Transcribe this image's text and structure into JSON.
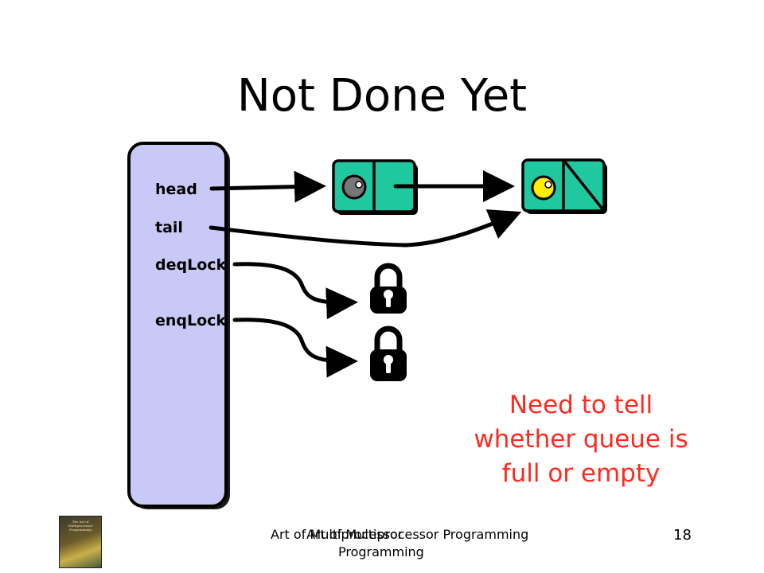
{
  "slide": {
    "title": "Not Done Yet",
    "fields": {
      "head": "head",
      "tail": "tail",
      "deq_lock": "deqLock",
      "enq_lock": "enqLock"
    },
    "note_lines": [
      "Need to tell",
      "whether queue is",
      "full or empty"
    ]
  },
  "footer": {
    "course_line1": "Art of Multiprocessor Programming",
    "course_line2": "Programming",
    "course_overlap": "Art of Multiprocessor",
    "page_number": "18",
    "book_cover_title": "The Art of Multiprocessor Programming"
  },
  "colors": {
    "object_fill": "#c9c9f7",
    "node_fill": "#20c8a0",
    "note_red": "#ff2a1f",
    "sentinel_gray": "#777777",
    "item_yellow": "#ffee00"
  }
}
